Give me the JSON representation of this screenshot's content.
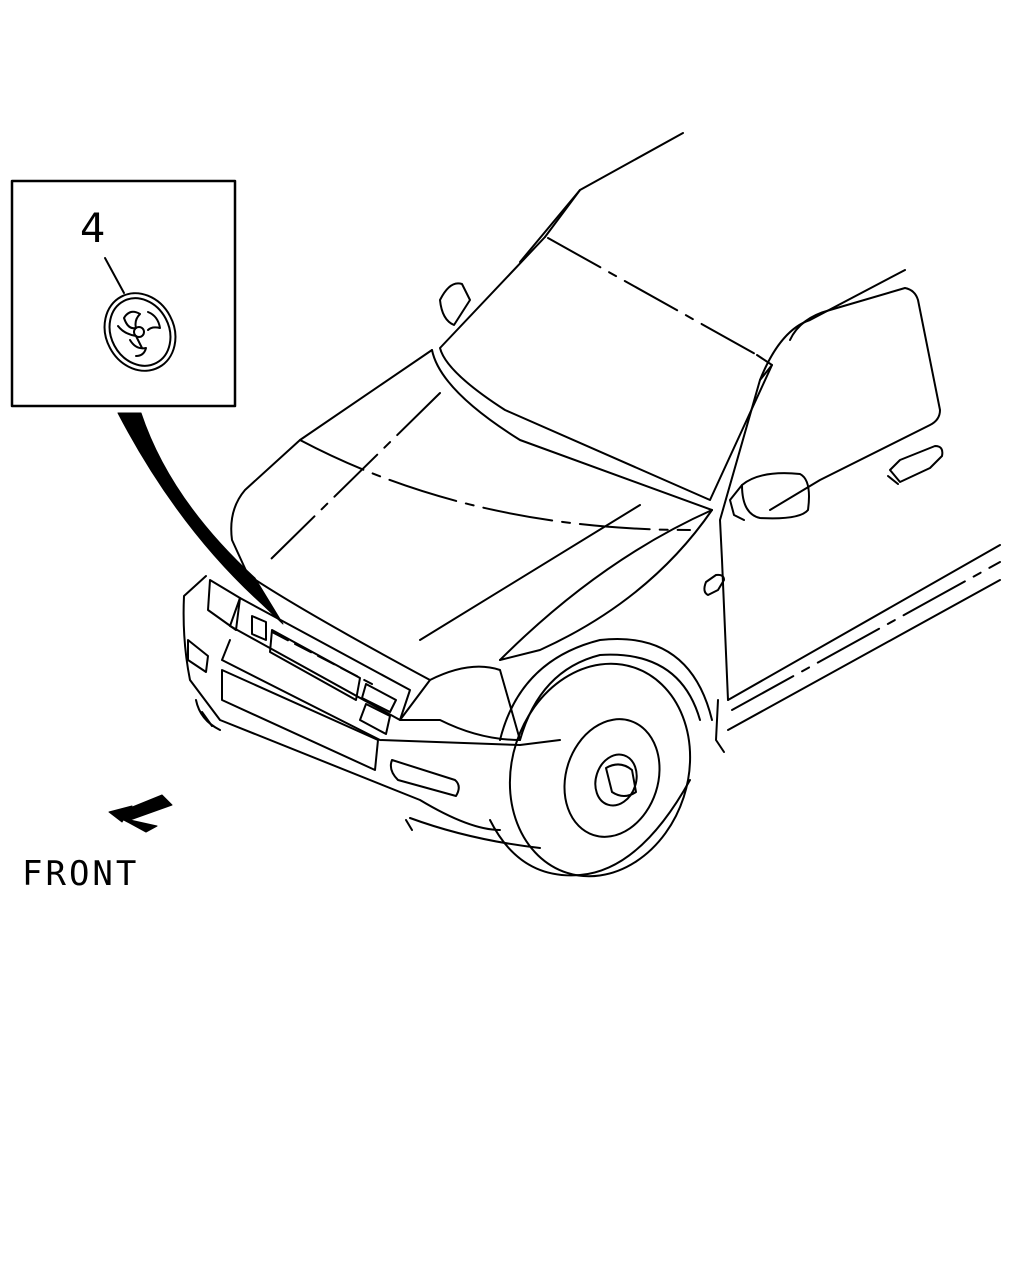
{
  "callout": {
    "part_number": "4"
  },
  "direction": {
    "label": "FRONT"
  },
  "icons": {
    "emblem": "emblem-icon",
    "front_arrow": "arrow-down-left-icon",
    "leader": "leader-pointer"
  },
  "colors": {
    "line": "#000000",
    "background": "#ffffff"
  }
}
